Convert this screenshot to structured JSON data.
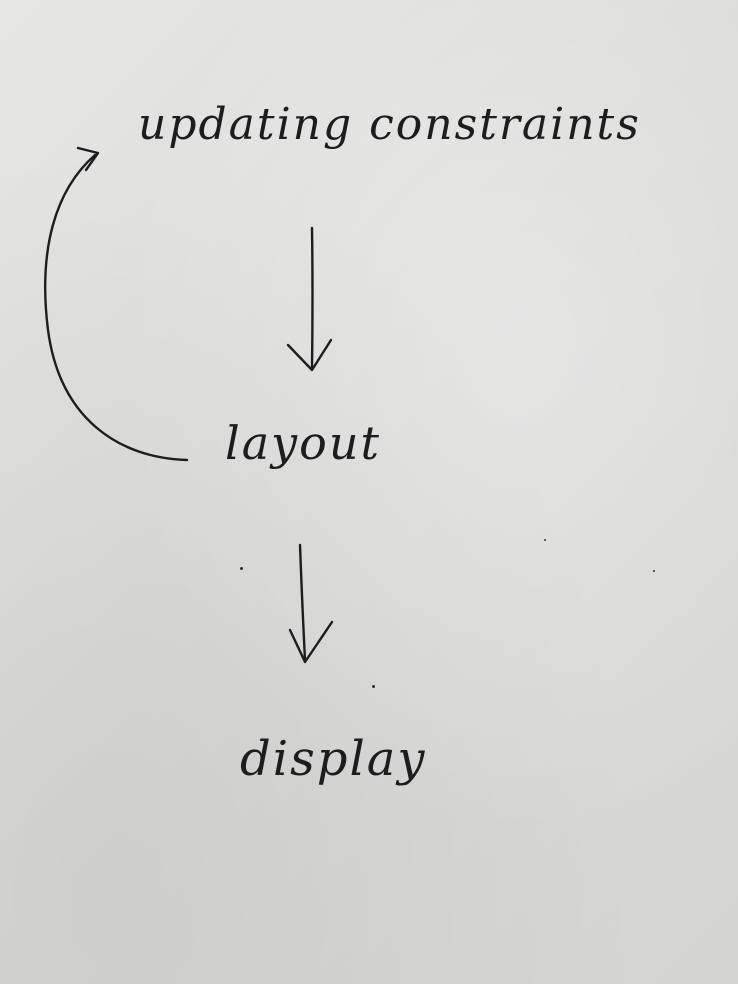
{
  "diagram": {
    "nodes": [
      {
        "id": "updating",
        "label": "updating constraints"
      },
      {
        "id": "layout",
        "label": "layout"
      },
      {
        "id": "display",
        "label": "display"
      }
    ],
    "edges": [
      {
        "from": "updating",
        "to": "layout"
      },
      {
        "from": "layout",
        "to": "display"
      },
      {
        "from": "layout",
        "to": "updating"
      }
    ]
  }
}
